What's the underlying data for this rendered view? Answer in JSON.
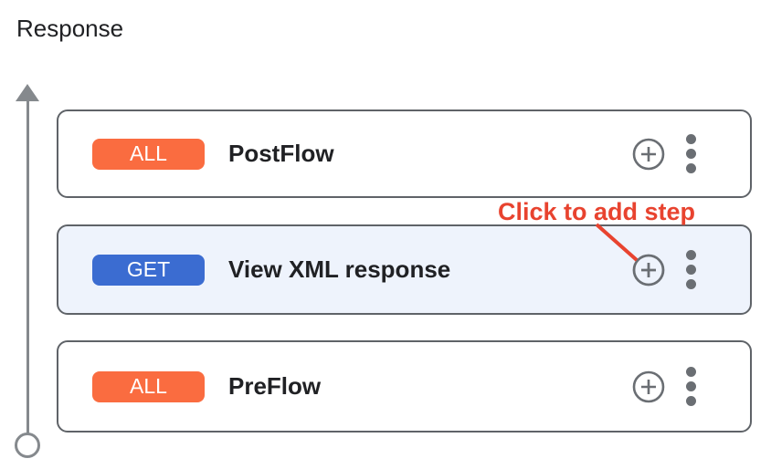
{
  "section": {
    "title": "Response"
  },
  "flow": {
    "rows": [
      {
        "method": "ALL",
        "method_color": "#fa6c40",
        "name": "PostFlow",
        "selected": false
      },
      {
        "method": "GET",
        "method_color": "#3b6cd1",
        "name": "View XML response",
        "selected": true
      },
      {
        "method": "ALL",
        "method_color": "#fa6c40",
        "name": "PreFlow",
        "selected": false
      }
    ]
  },
  "annotation": {
    "label": "Click to add step",
    "color": "#e8432f"
  },
  "icons": {
    "add_step": "plus-circle-icon",
    "row_menu": "kebab-menu-icon",
    "flow_direction": "up-arrow-icon",
    "flow_end": "open-circle-icon"
  },
  "colors": {
    "selected_row_bg": "#eef3fc",
    "card_border": "#5f6368",
    "icon_gray": "#6a6e73",
    "rail_gray": "#85898d",
    "text": "#202124"
  }
}
